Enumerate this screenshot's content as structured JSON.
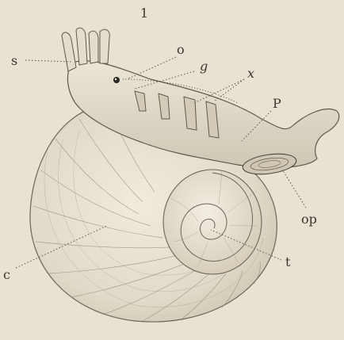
{
  "figure": {
    "number": "1",
    "labels": {
      "s": "s",
      "o": "o",
      "g": "g",
      "x": "x",
      "p": "P",
      "op": "op",
      "c": "c",
      "t": "t"
    }
  },
  "colors": {
    "paper": "#e9e2d2",
    "ink": "#3a3631",
    "shell_shade": "#d9d2c1"
  }
}
